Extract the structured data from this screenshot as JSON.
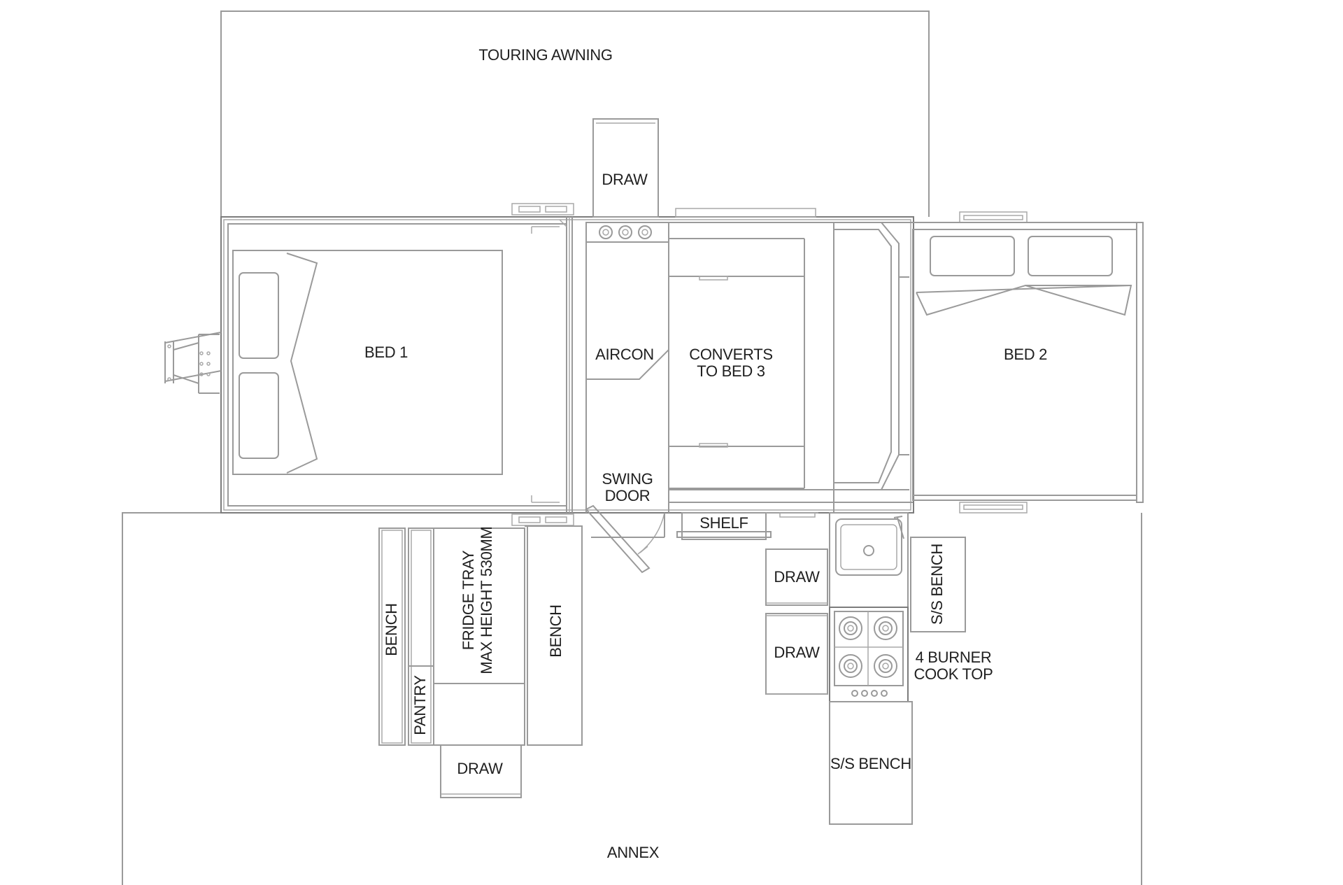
{
  "labels": {
    "touring_awning": "TOURING AWNING",
    "annex": "ANNEX",
    "bed_1": "BED 1",
    "bed_2": "BED 2",
    "aircon": "AIRCON",
    "converts_line1": "CONVERTS",
    "converts_line2": "TO BED 3",
    "swing_line1": "SWING",
    "swing_line2": "DOOR",
    "shelf": "SHELF",
    "draw": "DRAW",
    "bench": "BENCH",
    "pantry": "PANTRY",
    "fridge_line1": "FRIDGE TRAY",
    "fridge_line2": "MAX HEIGHT 530MM",
    "ss_bench": "S/S BENCH",
    "cooktop_line1": "4 BURNER",
    "cooktop_line2": "COOK TOP"
  }
}
